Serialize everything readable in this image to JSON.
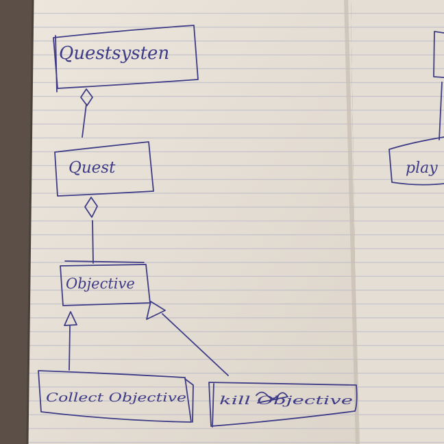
{
  "diagram": {
    "nodes": [
      {
        "id": "questsystem",
        "label": "Questsysten"
      },
      {
        "id": "quest",
        "label": "Quest"
      },
      {
        "id": "objective",
        "label": "Objective"
      },
      {
        "id": "collect",
        "label": "Collect Objective"
      },
      {
        "id": "kill",
        "label": "kill Objective"
      },
      {
        "id": "player",
        "label": "play"
      }
    ],
    "edges": [
      {
        "from": "quest",
        "to": "questsystem",
        "type": "aggregation"
      },
      {
        "from": "objective",
        "to": "quest",
        "type": "aggregation"
      },
      {
        "from": "collect",
        "to": "objective",
        "type": "inheritance"
      },
      {
        "from": "kill",
        "to": "objective",
        "type": "inheritance"
      }
    ]
  },
  "colors": {
    "ink": "#3d3a86",
    "paper": "#e9e3da",
    "rule_line": "#b9b9c8",
    "table": "#5b4f48"
  }
}
